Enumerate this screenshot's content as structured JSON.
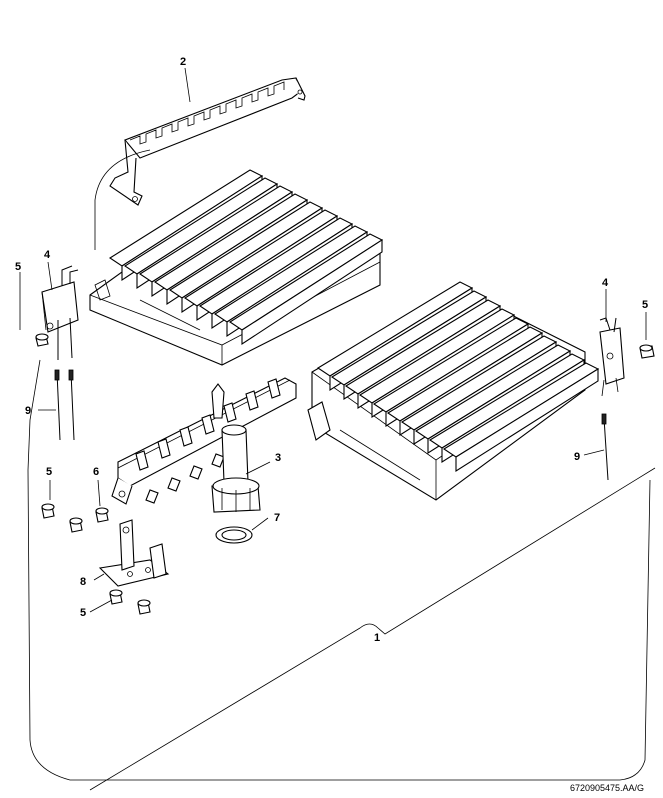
{
  "callouts": [
    {
      "id": "c2",
      "text": "2"
    },
    {
      "id": "c4a",
      "text": "4"
    },
    {
      "id": "c5a",
      "text": "5"
    },
    {
      "id": "c9a",
      "text": "9"
    },
    {
      "id": "c4b",
      "text": "4"
    },
    {
      "id": "c5b",
      "text": "5"
    },
    {
      "id": "c9b",
      "text": "9"
    },
    {
      "id": "c3",
      "text": "3"
    },
    {
      "id": "c5c",
      "text": "5"
    },
    {
      "id": "c6",
      "text": "6"
    },
    {
      "id": "c7",
      "text": "7"
    },
    {
      "id": "c8",
      "text": "8"
    },
    {
      "id": "c5d",
      "text": "5"
    },
    {
      "id": "c1",
      "text": "1"
    }
  ],
  "drawing_code": "6720905475.AA/G"
}
